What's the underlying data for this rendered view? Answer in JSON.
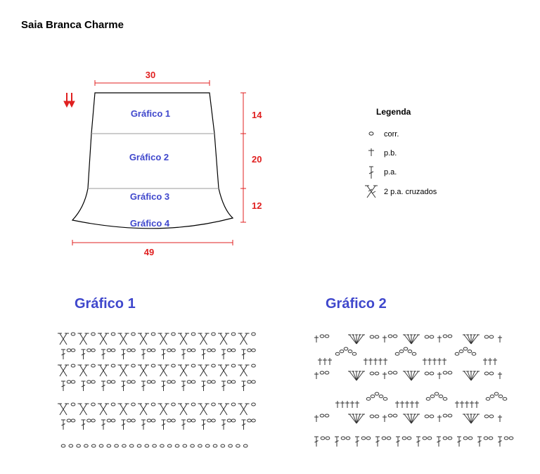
{
  "title": "Saia Branca Charme",
  "skirt": {
    "sections": [
      "Gráfico 1",
      "Gráfico 2",
      "Gráfico 3",
      "Gráfico 4"
    ],
    "top_width": "30",
    "bottom_width": "49",
    "heights": [
      "14",
      "20",
      "12"
    ],
    "direction_icon": "double-down-arrow-icon"
  },
  "legend": {
    "title": "Legenda",
    "items": [
      {
        "icon": "chain-stitch-icon",
        "label": "corr."
      },
      {
        "icon": "single-crochet-icon",
        "label": "p.b."
      },
      {
        "icon": "double-crochet-icon",
        "label": "p.a."
      },
      {
        "icon": "crossed-double-crochet-icon",
        "label": "2 p.a. cruzados"
      }
    ]
  },
  "charts": [
    {
      "title": "Gráfico 1"
    },
    {
      "title": "Gráfico 2"
    }
  ],
  "colors": {
    "accent_blue": "#3f47cc",
    "dimension_red": "#e02020"
  }
}
